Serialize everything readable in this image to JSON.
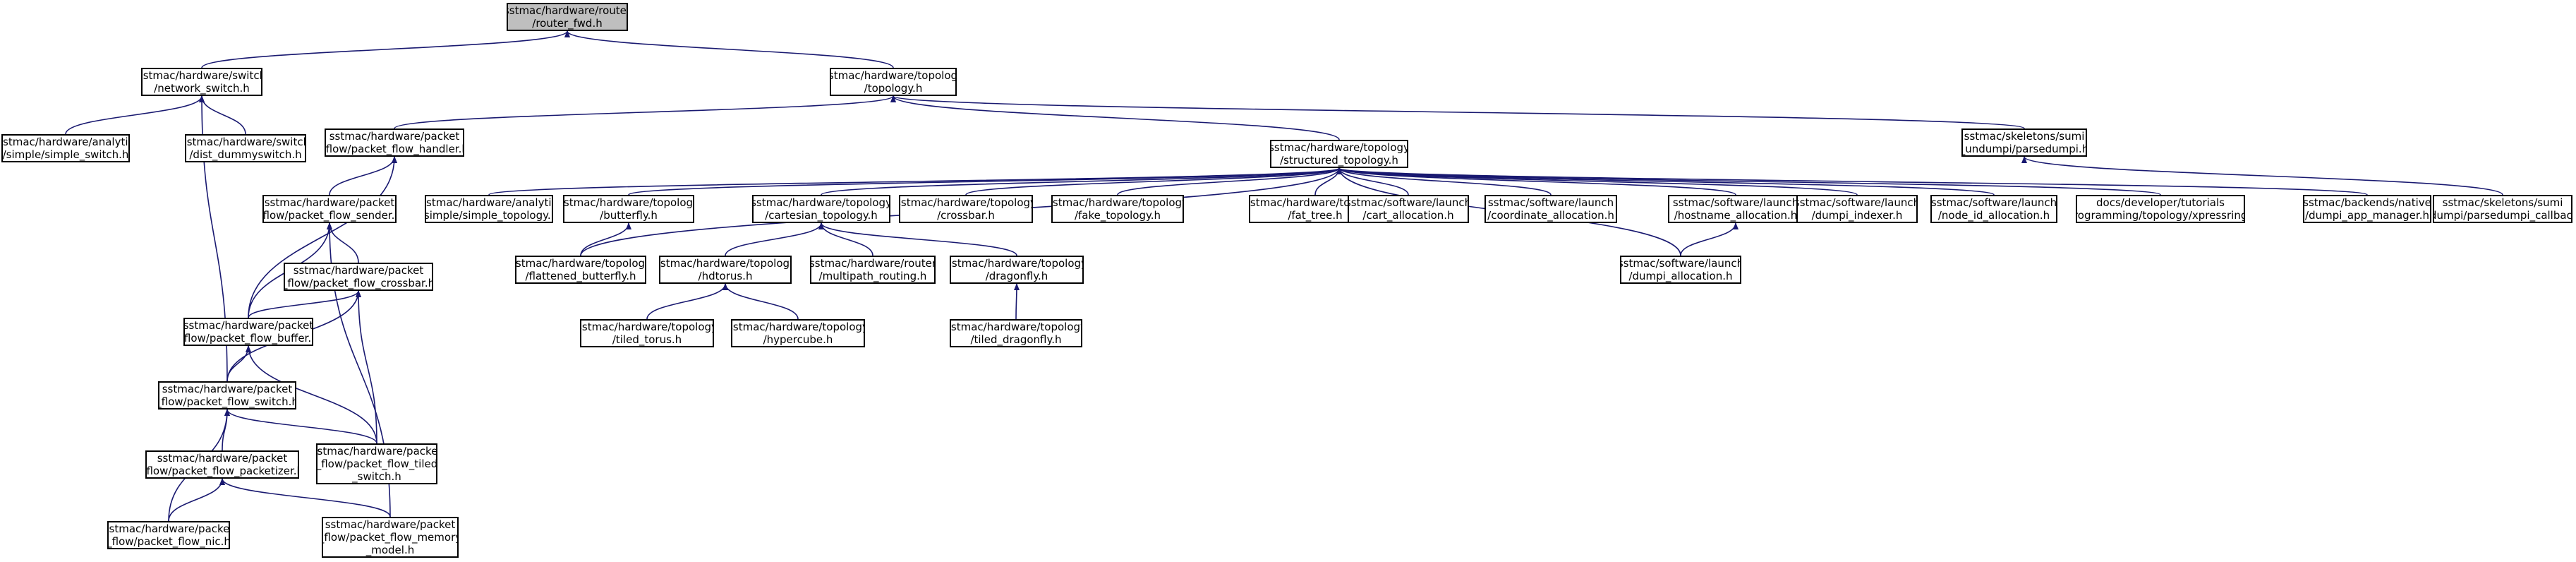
{
  "graph": {
    "colors": {
      "edge": "#191970",
      "border": "#000000",
      "root_fill": "#bfbfbf",
      "node_fill": "#ffffff"
    },
    "nodes": [
      {
        "id": "router_fwd",
        "root": true,
        "lines": [
          "sstmac/hardware/router",
          "/router_fwd.h"
        ]
      },
      {
        "id": "network_switch",
        "lines": [
          "sstmac/hardware/switch",
          "/network_switch.h"
        ]
      },
      {
        "id": "topology",
        "lines": [
          "sstmac/hardware/topology",
          "/topology.h"
        ]
      },
      {
        "id": "simple_switch",
        "lines": [
          "sstmac/hardware/analytic",
          "/simple/simple_switch.h"
        ]
      },
      {
        "id": "dist_dummyswitch",
        "lines": [
          "sstmac/hardware/switch",
          "/dist_dummyswitch.h"
        ]
      },
      {
        "id": "packet_flow_handler",
        "lines": [
          "sstmac/hardware/packet",
          "_flow/packet_flow_handler.h"
        ]
      },
      {
        "id": "structured_topology",
        "lines": [
          "sstmac/hardware/topology",
          "/structured_topology.h"
        ]
      },
      {
        "id": "parsedumpi",
        "lines": [
          "sstmac/skeletons/sumi",
          "_undumpi/parsedumpi.h"
        ]
      },
      {
        "id": "packet_flow_sender",
        "lines": [
          "sstmac/hardware/packet",
          "_flow/packet_flow_sender.h"
        ]
      },
      {
        "id": "packet_flow_crossbar",
        "lines": [
          "sstmac/hardware/packet",
          "_flow/packet_flow_crossbar.h"
        ]
      },
      {
        "id": "packet_flow_buffer",
        "lines": [
          "sstmac/hardware/packet",
          "_flow/packet_flow_buffer.h"
        ]
      },
      {
        "id": "packet_flow_switch",
        "lines": [
          "sstmac/hardware/packet",
          "_flow/packet_flow_switch.h"
        ]
      },
      {
        "id": "packet_flow_packetizer",
        "lines": [
          "sstmac/hardware/packet",
          "_flow/packet_flow_packetizer.h"
        ]
      },
      {
        "id": "packet_flow_tiled_switch",
        "lines": [
          "sstmac/hardware/packet",
          "_flow/packet_flow_tiled",
          "_switch.h"
        ]
      },
      {
        "id": "packet_flow_nic",
        "lines": [
          "sstmac/hardware/packet",
          "_flow/packet_flow_nic.h"
        ]
      },
      {
        "id": "packet_flow_memory_model",
        "lines": [
          "sstmac/hardware/packet",
          "_flow/packet_flow_memory",
          "_model.h"
        ]
      },
      {
        "id": "simple_topology",
        "lines": [
          "sstmac/hardware/analytic",
          "/simple/simple_topology.h"
        ]
      },
      {
        "id": "butterfly",
        "lines": [
          "sstmac/hardware/topology",
          "/butterfly.h"
        ]
      },
      {
        "id": "cartesian_topology",
        "lines": [
          "sstmac/hardware/topology",
          "/cartesian_topology.h"
        ]
      },
      {
        "id": "crossbar",
        "lines": [
          "sstmac/hardware/topology",
          "/crossbar.h"
        ]
      },
      {
        "id": "fake_topology",
        "lines": [
          "sstmac/hardware/topology",
          "/fake_topology.h"
        ]
      },
      {
        "id": "fat_tree",
        "lines": [
          "sstmac/hardware/topology",
          "/fat_tree.h"
        ]
      },
      {
        "id": "cart_allocation",
        "lines": [
          "sstmac/software/launch",
          "/cart_allocation.h"
        ]
      },
      {
        "id": "coordinate_allocation",
        "lines": [
          "sstmac/software/launch",
          "/coordinate_allocation.h"
        ]
      },
      {
        "id": "hostname_allocation",
        "lines": [
          "sstmac/software/launch",
          "/hostname_allocation.h"
        ]
      },
      {
        "id": "dumpi_indexer",
        "lines": [
          "sstmac/software/launch",
          "/dumpi_indexer.h"
        ]
      },
      {
        "id": "node_id_allocation",
        "lines": [
          "sstmac/software/launch",
          "/node_id_allocation.h"
        ]
      },
      {
        "id": "xpressring",
        "lines": [
          "docs/developer/tutorials",
          "/programming/topology/xpressring.h"
        ]
      },
      {
        "id": "dumpi_app_manager",
        "lines": [
          "sstmac/backends/native",
          "/dumpi_app_manager.h"
        ]
      },
      {
        "id": "parsedumpi_callbacks",
        "lines": [
          "sstmac/skeletons/sumi",
          "_undumpi/parsedumpi_callbacks.h"
        ]
      },
      {
        "id": "flattened_butterfly",
        "lines": [
          "sstmac/hardware/topology",
          "/flattened_butterfly.h"
        ]
      },
      {
        "id": "hdtorus",
        "lines": [
          "sstmac/hardware/topology",
          "/hdtorus.h"
        ]
      },
      {
        "id": "multipath_routing",
        "lines": [
          "sstmac/hardware/router",
          "/multipath_routing.h"
        ]
      },
      {
        "id": "dragonfly",
        "lines": [
          "sstmac/hardware/topology",
          "/dragonfly.h"
        ]
      },
      {
        "id": "dumpi_allocation",
        "lines": [
          "sstmac/software/launch",
          "/dumpi_allocation.h"
        ]
      },
      {
        "id": "tiled_torus",
        "lines": [
          "sstmac/hardware/topology",
          "/tiled_torus.h"
        ]
      },
      {
        "id": "hypercube",
        "lines": [
          "sstmac/hardware/topology",
          "/hypercube.h"
        ]
      },
      {
        "id": "tiled_dragonfly",
        "lines": [
          "sstmac/hardware/topology",
          "/tiled_dragonfly.h"
        ]
      }
    ],
    "edges": [
      [
        "network_switch",
        "router_fwd"
      ],
      [
        "topology",
        "router_fwd"
      ],
      [
        "simple_switch",
        "network_switch"
      ],
      [
        "dist_dummyswitch",
        "network_switch"
      ],
      [
        "packet_flow_switch",
        "network_switch"
      ],
      [
        "packet_flow_handler",
        "topology"
      ],
      [
        "structured_topology",
        "topology"
      ],
      [
        "parsedumpi",
        "topology"
      ],
      [
        "packet_flow_sender",
        "packet_flow_handler"
      ],
      [
        "packet_flow_buffer",
        "packet_flow_handler"
      ],
      [
        "packet_flow_crossbar",
        "packet_flow_sender"
      ],
      [
        "packet_flow_buffer",
        "packet_flow_sender"
      ],
      [
        "packet_flow_memory_model",
        "packet_flow_sender"
      ],
      [
        "packet_flow_buffer",
        "packet_flow_crossbar"
      ],
      [
        "packet_flow_switch",
        "packet_flow_crossbar"
      ],
      [
        "packet_flow_tiled_switch",
        "packet_flow_crossbar"
      ],
      [
        "packet_flow_switch",
        "packet_flow_buffer"
      ],
      [
        "packet_flow_tiled_switch",
        "packet_flow_buffer"
      ],
      [
        "packet_flow_packetizer",
        "packet_flow_switch"
      ],
      [
        "packet_flow_tiled_switch",
        "packet_flow_switch"
      ],
      [
        "packet_flow_nic",
        "packet_flow_switch"
      ],
      [
        "packet_flow_nic",
        "packet_flow_packetizer"
      ],
      [
        "packet_flow_memory_model",
        "packet_flow_packetizer"
      ],
      [
        "simple_topology",
        "structured_topology"
      ],
      [
        "butterfly",
        "structured_topology"
      ],
      [
        "cartesian_topology",
        "structured_topology"
      ],
      [
        "crossbar",
        "structured_topology"
      ],
      [
        "fake_topology",
        "structured_topology"
      ],
      [
        "fat_tree",
        "structured_topology"
      ],
      [
        "cart_allocation",
        "structured_topology"
      ],
      [
        "coordinate_allocation",
        "structured_topology"
      ],
      [
        "hostname_allocation",
        "structured_topology"
      ],
      [
        "dumpi_indexer",
        "structured_topology"
      ],
      [
        "node_id_allocation",
        "structured_topology"
      ],
      [
        "xpressring",
        "structured_topology"
      ],
      [
        "dumpi_app_manager",
        "structured_topology"
      ],
      [
        "flattened_butterfly",
        "structured_topology"
      ],
      [
        "dumpi_allocation",
        "structured_topology"
      ],
      [
        "parsedumpi_callbacks",
        "parsedumpi"
      ],
      [
        "flattened_butterfly",
        "butterfly"
      ],
      [
        "hdtorus",
        "cartesian_topology"
      ],
      [
        "multipath_routing",
        "cartesian_topology"
      ],
      [
        "dragonfly",
        "cartesian_topology"
      ],
      [
        "dumpi_allocation",
        "hostname_allocation"
      ],
      [
        "tiled_torus",
        "hdtorus"
      ],
      [
        "hypercube",
        "hdtorus"
      ],
      [
        "tiled_dragonfly",
        "dragonfly"
      ]
    ]
  }
}
